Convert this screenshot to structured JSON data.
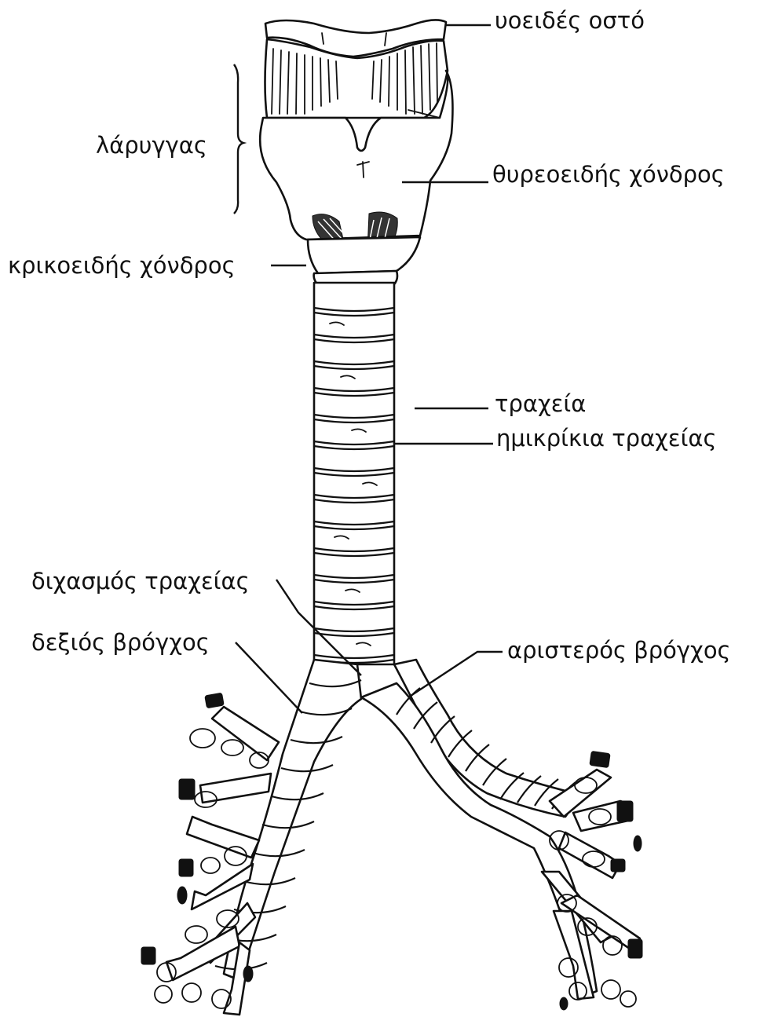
{
  "labels": {
    "hyoid": "υοειδές οστό",
    "larynx": "λάρυγγας",
    "thyroid": "θυρεοειδής χόνδρος",
    "cricoid": "κρικοειδής χόνδρος",
    "trachea": "τραχεία",
    "rings": "ημικρίκια τραχείας",
    "bifurcation": "διχασμός τραχείας",
    "right_bronchus": "δεξιός βρόγχος",
    "left_bronchus": "αριστερός βρόγχος"
  }
}
